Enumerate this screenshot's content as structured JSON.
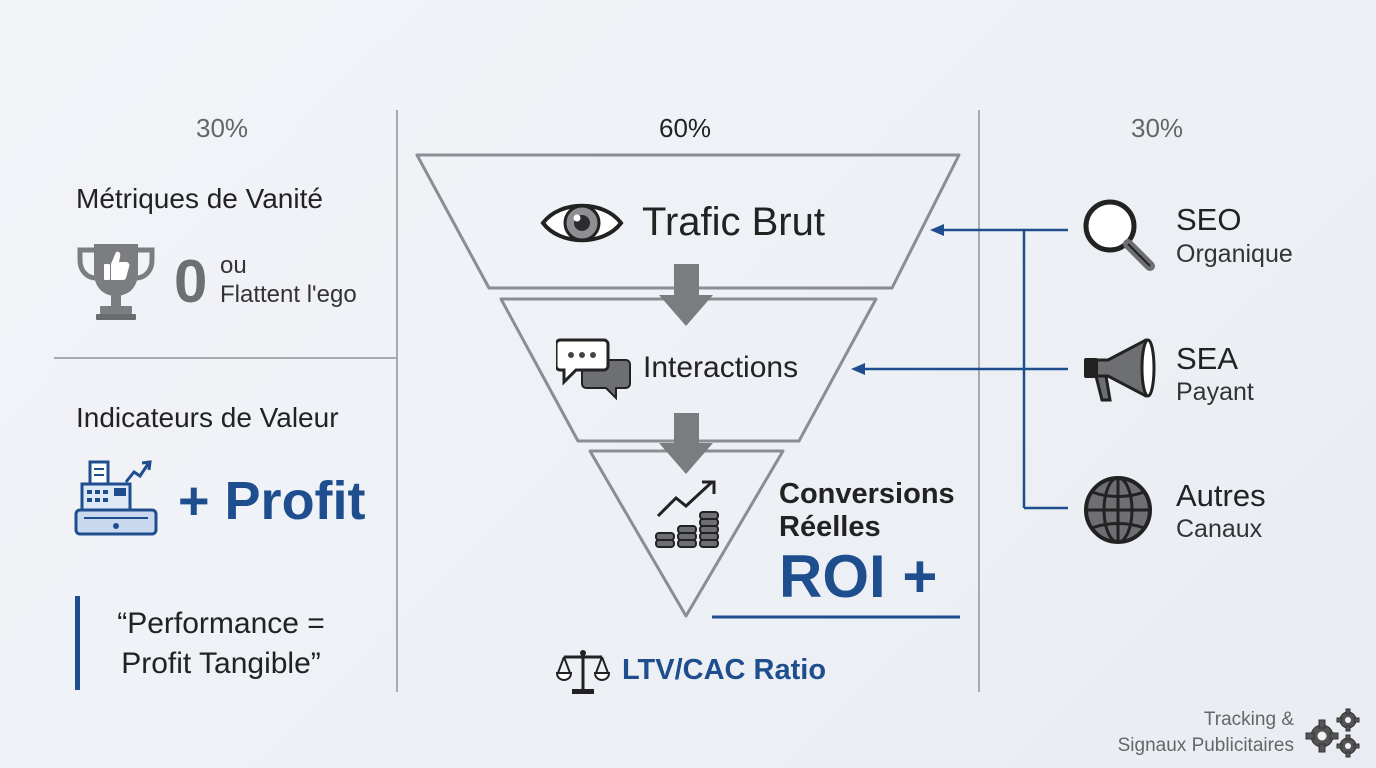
{
  "columns": {
    "left_pct": "30%",
    "center_pct": "60%",
    "right_pct": "30%"
  },
  "left": {
    "vanity": {
      "title": "Métriques de Vanité",
      "zero": "0",
      "or": "ou",
      "ego": "Flattent l'ego",
      "icon": "trophy-thumbs-up-icon"
    },
    "value": {
      "title": "Indicateurs de Valeur",
      "profit": "+ Profit",
      "icon": "cash-register-icon"
    },
    "quote": {
      "line1": "“Performance =",
      "line2": "Profit Tangible”"
    }
  },
  "funnel": {
    "stage1": {
      "label": "Trafic Brut",
      "icon": "eye-icon"
    },
    "stage2": {
      "label": "Interactions",
      "icon": "chat-bubbles-icon"
    },
    "stage3": {
      "line1": "Conversions",
      "line2": "Réelles",
      "icon": "growth-coins-icon"
    },
    "roi": "ROI +",
    "ltv": {
      "label": "LTV/CAC Ratio",
      "icon": "balance-scale-icon"
    }
  },
  "channels": [
    {
      "title": "SEO",
      "subtitle": "Organique",
      "icon": "magnifier-icon"
    },
    {
      "title": "SEA",
      "subtitle": "Payant",
      "icon": "megaphone-icon"
    },
    {
      "title": "Autres",
      "subtitle": "Canaux",
      "icon": "globe-icon"
    }
  ],
  "footer": {
    "line1": "Tracking &",
    "line2": "Signaux Publicitaires",
    "icon": "gears-icon"
  },
  "colors": {
    "accent": "#1f4e8f",
    "icon_gray": "#6e6f73",
    "line_gray": "#a8aab0"
  }
}
